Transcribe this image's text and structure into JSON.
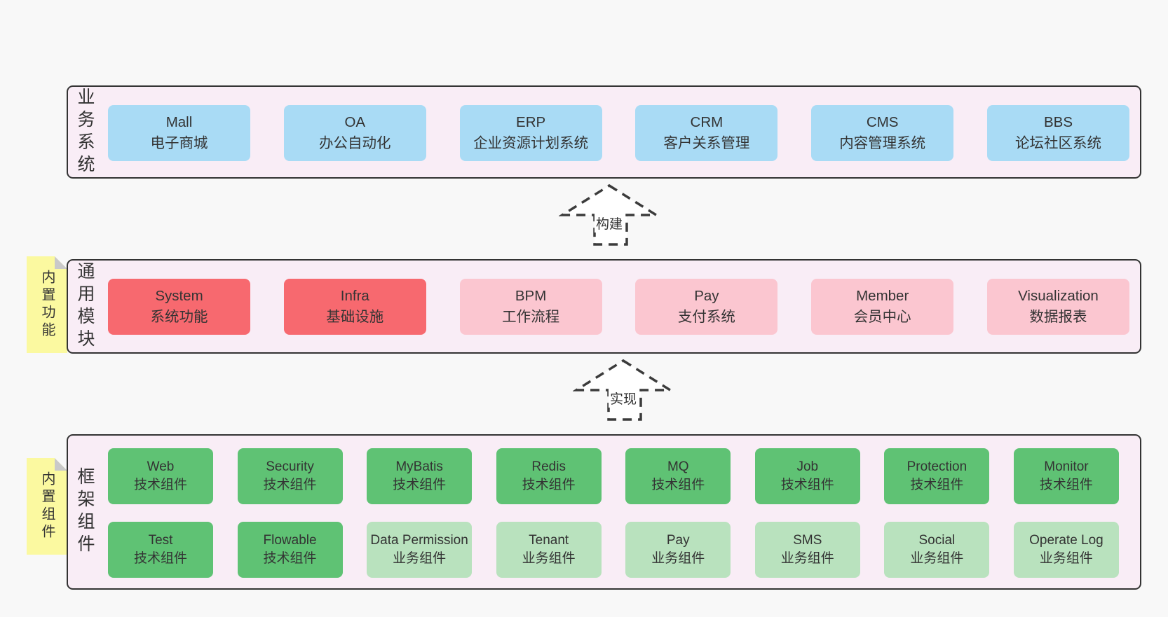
{
  "colors": {
    "page_bg": "#f8f8f8",
    "band_bg": "#f9edf6",
    "band_border": "#333333",
    "blue_node": "#a9dbf5",
    "red_node": "#f7696f",
    "pink_node": "#fbc6d0",
    "green_node": "#5fc274",
    "green_light_node": "#b9e2be",
    "sticky_yellow": "#fbf9a0",
    "sticky_fold": "#c9c9c9",
    "text": "#333333"
  },
  "bands": {
    "business": {
      "label": "业务系统",
      "boxes": [
        {
          "title": "Mall",
          "subtitle": "电子商城"
        },
        {
          "title": "OA",
          "subtitle": "办公自动化"
        },
        {
          "title": "ERP",
          "subtitle": "企业资源计划系统"
        },
        {
          "title": "CRM",
          "subtitle": "客户关系管理"
        },
        {
          "title": "CMS",
          "subtitle": "内容管理系统"
        },
        {
          "title": "BBS",
          "subtitle": "论坛社区系统"
        }
      ]
    },
    "modules": {
      "label": "通用模块",
      "sticky": "内置功能",
      "boxes": [
        {
          "title": "System",
          "subtitle": "系统功能"
        },
        {
          "title": "Infra",
          "subtitle": "基础设施"
        },
        {
          "title": "BPM",
          "subtitle": "工作流程"
        },
        {
          "title": "Pay",
          "subtitle": "支付系统"
        },
        {
          "title": "Member",
          "subtitle": "会员中心"
        },
        {
          "title": "Visualization",
          "subtitle": "数据报表"
        }
      ]
    },
    "framework": {
      "label": "框架组件",
      "sticky": "内置组件",
      "row1": [
        {
          "title": "Web",
          "subtitle": "技术组件"
        },
        {
          "title": "Security",
          "subtitle": "技术组件"
        },
        {
          "title": "MyBatis",
          "subtitle": "技术组件"
        },
        {
          "title": "Redis",
          "subtitle": "技术组件"
        },
        {
          "title": "MQ",
          "subtitle": "技术组件"
        },
        {
          "title": "Job",
          "subtitle": "技术组件"
        },
        {
          "title": "Protection",
          "subtitle": "技术组件"
        },
        {
          "title": "Monitor",
          "subtitle": "技术组件"
        }
      ],
      "row2": [
        {
          "title": "Test",
          "subtitle": "技术组件"
        },
        {
          "title": "Flowable",
          "subtitle": "技术组件"
        },
        {
          "title": "Data Permission",
          "subtitle": "业务组件"
        },
        {
          "title": "Tenant",
          "subtitle": "业务组件"
        },
        {
          "title": "Pay",
          "subtitle": "业务组件"
        },
        {
          "title": "SMS",
          "subtitle": "业务组件"
        },
        {
          "title": "Social",
          "subtitle": "业务组件"
        },
        {
          "title": "Operate Log",
          "subtitle": "业务组件"
        }
      ]
    }
  },
  "arrows": {
    "build": {
      "label": "构建"
    },
    "implement": {
      "label": "实现"
    }
  }
}
